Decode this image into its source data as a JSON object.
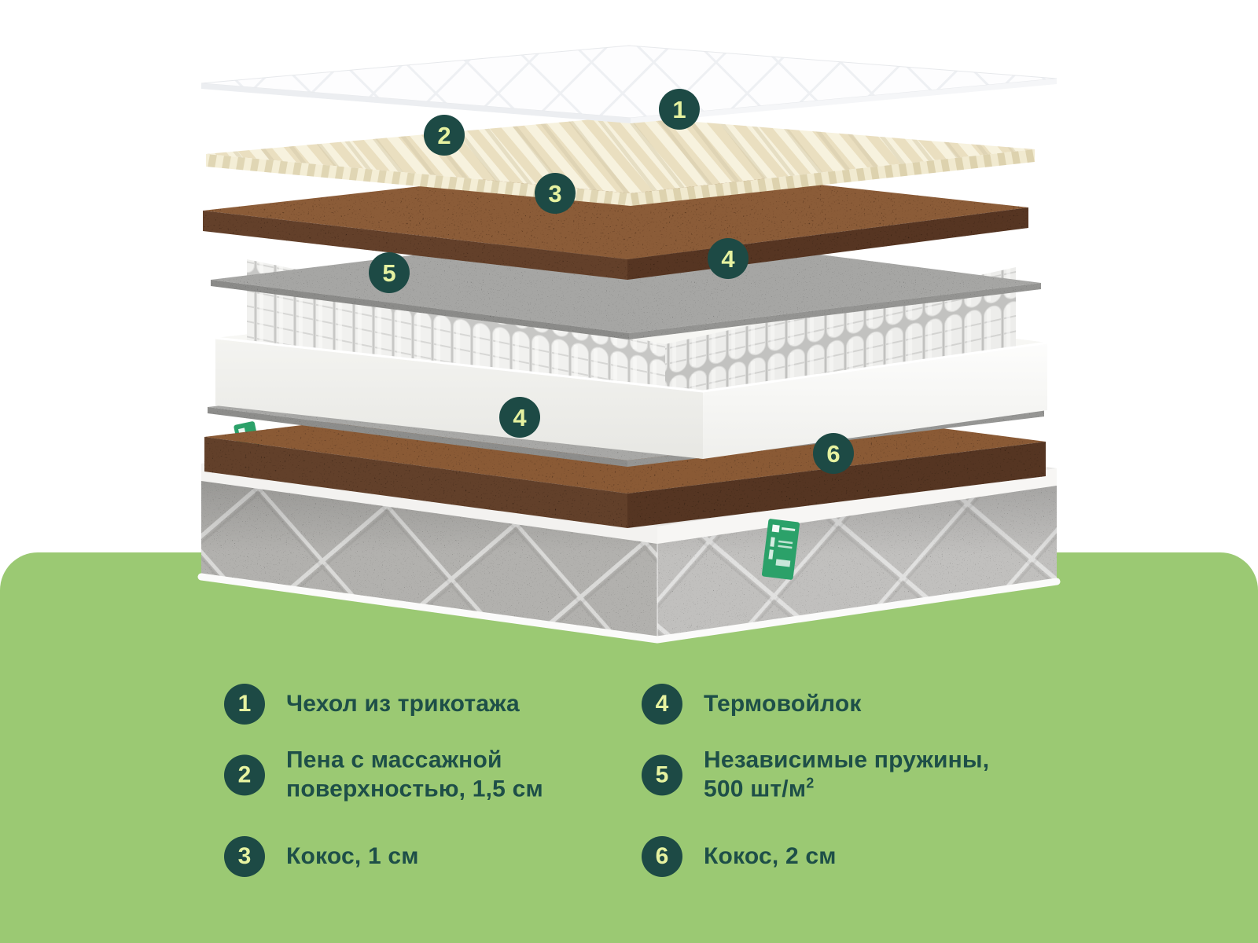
{
  "colors": {
    "panel": "#9bc973",
    "badge_bg": "#1d4a45",
    "badge_number": "#e6f2a0",
    "legend_text": "#1e4f48",
    "brand_tag": "#2ba169",
    "coconut": "#8a5a36",
    "felt": "#a6a6a4",
    "foam": "#f5efd8",
    "base_fabric": "#b7b6b4"
  },
  "diagram": {
    "markers": [
      {
        "number": "1"
      },
      {
        "number": "2"
      },
      {
        "number": "3"
      },
      {
        "number": "4"
      },
      {
        "number": "5"
      },
      {
        "number": "4"
      },
      {
        "number": "6"
      }
    ]
  },
  "legend": {
    "items": [
      {
        "number": "1",
        "line1": "Чехол из трикотажа"
      },
      {
        "number": "2",
        "line1": "Пена с массажной",
        "line2": "поверхностью, 1,5 см"
      },
      {
        "number": "3",
        "line1": "Кокос, 1 см"
      },
      {
        "number": "4",
        "line1": "Термовойлок"
      },
      {
        "number": "5",
        "line1": "Независимые пружины,",
        "line2": "500 шт/м",
        "line2_sup": "2"
      },
      {
        "number": "6",
        "line1": "Кокос, 2 см"
      }
    ]
  }
}
